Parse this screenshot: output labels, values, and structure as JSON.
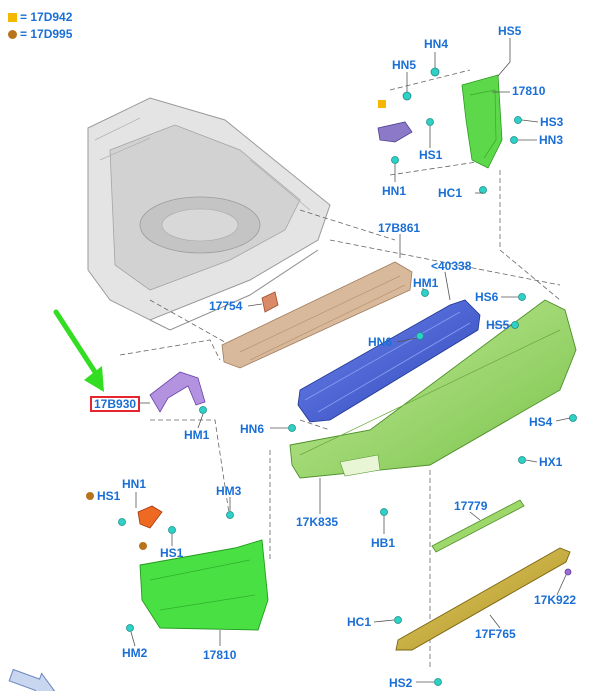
{
  "legend": [
    {
      "symbol": "square-icon",
      "color": "#f5b800",
      "text": "= 17D942"
    },
    {
      "symbol": "circle-icon",
      "color": "#b8741a",
      "text": "= 17D995"
    }
  ],
  "labels": {
    "hn4": "HN4",
    "hs5_top": "HS5",
    "hn5": "HN5",
    "p17810_top": "17810",
    "hs3": "HS3",
    "hs1_top": "HS1",
    "hn3": "HN3",
    "hn1_top": "HN1",
    "hc1_top": "HC1",
    "p17b861": "17B861",
    "p40338": "<40338",
    "hm1_right": "HM1",
    "hs6": "HS6",
    "p17754": "17754",
    "hs5_mid": "HS5",
    "hn6_mid": "HN6",
    "p17b930": "17B930",
    "hm1_left": "HM1",
    "hn6_low": "HN6",
    "hs4": "HS4",
    "hx1": "HX1",
    "hn1_low": "HN1",
    "hs1_low_a": "HS1",
    "hm3": "HM3",
    "p17k835": "17K835",
    "p17779": "17779",
    "hs1_low_b": "HS1",
    "hb1": "HB1",
    "p17k922": "17K922",
    "hc1_low": "HC1",
    "p17f765": "17F765",
    "hm2": "HM2",
    "p17810_low": "17810",
    "hs2": "HS2"
  },
  "colors": {
    "label": "#1a6fd6",
    "highlight_box": "#e6262e",
    "pointer_arrow": "#33dd22",
    "bumper": "#9ed86a",
    "bracket": "#33dd22",
    "beam": "#3f5fd8",
    "absorber": "#d8b89a",
    "strip": "#9fd86a",
    "reflector": "#c9b030",
    "body": "#d8d8d8",
    "bracket_purple": "#8a62c8",
    "bracket_orange": "#e0501c"
  }
}
